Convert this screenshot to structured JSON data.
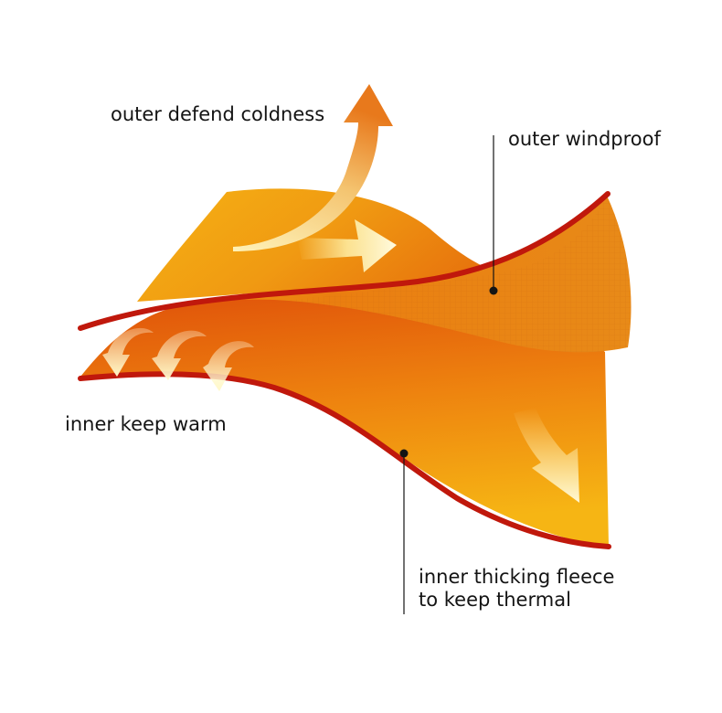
{
  "labels": {
    "outer_defend_coldness": "outer defend coldness",
    "outer_windproof": "outer windproof",
    "inner_keep_warm": "inner keep warm",
    "inner_fleece_line1": "inner thicking fleece",
    "inner_fleece_line2": "to keep thermal"
  },
  "colors": {
    "background": "#ffffff",
    "fabric_orange_light": "#f5b214",
    "fabric_orange_mid": "#ee8b10",
    "fabric_orange_deep": "#e0550a",
    "edge_red": "#c0180c",
    "arrow_light": "#fff6b0",
    "text": "#141414"
  }
}
